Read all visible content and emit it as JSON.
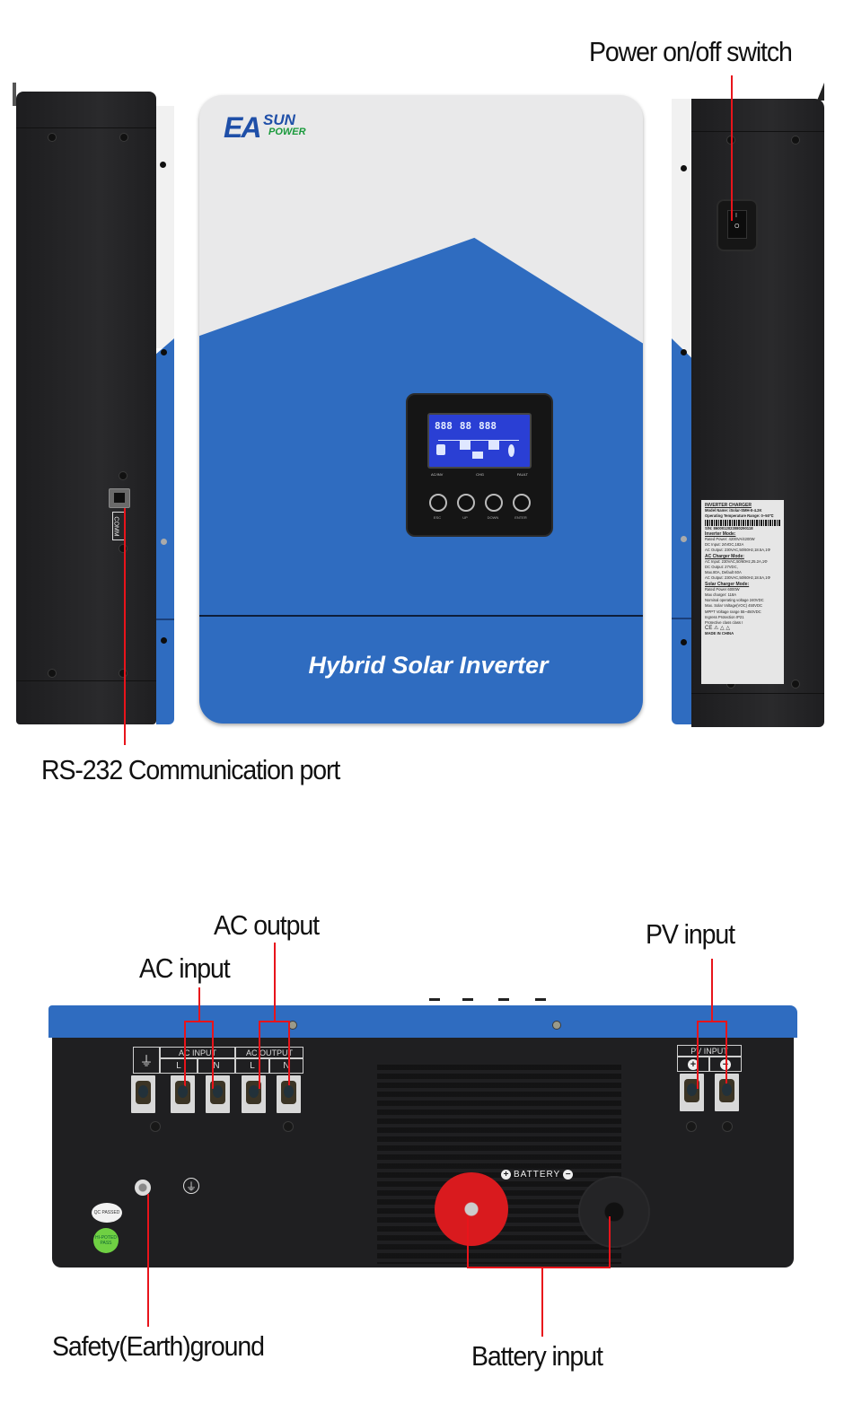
{
  "callouts": {
    "power_switch": "Power on/off switch",
    "rs232": "RS-232 Communication port",
    "ac_output": "AC output",
    "ac_input": "AC input",
    "pv_input": "PV input",
    "earth_ground": "Safety(Earth)ground",
    "battery_input": "Battery input"
  },
  "front_panel": {
    "brand_main": "EA",
    "brand_sun": "SUN",
    "brand_sub": "POWER",
    "product_name": "Hybrid Solar Inverter",
    "colors": {
      "blue": "#2f6cc0",
      "panel_grey": "#e9e9ea",
      "brand_blue": "#1f4fa8",
      "brand_green": "#1a9a3c"
    },
    "lcd": {
      "readouts": [
        "888",
        "88",
        "888"
      ],
      "indicators": [
        "AC/INV",
        "CHG",
        "FAULT"
      ],
      "buttons": [
        "ESC",
        "UP",
        "DOWN",
        "ENTER"
      ]
    }
  },
  "left_side": {
    "comm_port_label": "COMM"
  },
  "right_side": {
    "switch_on": "I",
    "switch_off": "O",
    "rating_label": {
      "title": "INVERTER CHARGER",
      "lines": [
        "Model Name: iSolar-SMH-II-4.2K",
        "Operating Temperature Range: 0~50℃",
        "S/N: 8600012023080290118"
      ],
      "inverter_mode_title": "Inverter Mode:",
      "inverter_mode": [
        "Rated Power: 4200VA/4200W",
        "DC Input: 24VDC,182A",
        "AC Output: 230VAC,50/60Hz,18.5A,1Φ"
      ],
      "ac_charger_title": "AC Charger Mode:",
      "ac_charger": [
        "AC Input: 230VAC,50/60Hz,25.2A,1Φ",
        "DC Output: 27VDC,",
        "Max.80A, Default 60A",
        "AC Output: 230VAC,50/60Hz,18.5A,1Φ"
      ],
      "solar_charger_title": "Solar Charger Mode:",
      "solar_charger": [
        "Rated Power 6000W",
        "Max charger: 118A",
        "Nominal operating voltage 240VDC",
        "Max. Solar Voltage(VOC) 450VDC",
        "MPPT Voltage range 55~450VDC",
        "Ingress Protection IP21",
        "Protective class class I"
      ],
      "footer": "MADE IN CHINA"
    }
  },
  "bottom_view": {
    "ac_input_header": "AC INPUT",
    "ac_output_header": "AC OUTPUT",
    "line": "L",
    "neutral": "N",
    "pv_input_header": "PV INPUT",
    "plus": "+",
    "minus": "−",
    "battery_label": "BATTERY",
    "qc_badge": "QC PASSED",
    "hipot_badge": "HI-POTED PASS",
    "ground_symbol": "⏚"
  }
}
